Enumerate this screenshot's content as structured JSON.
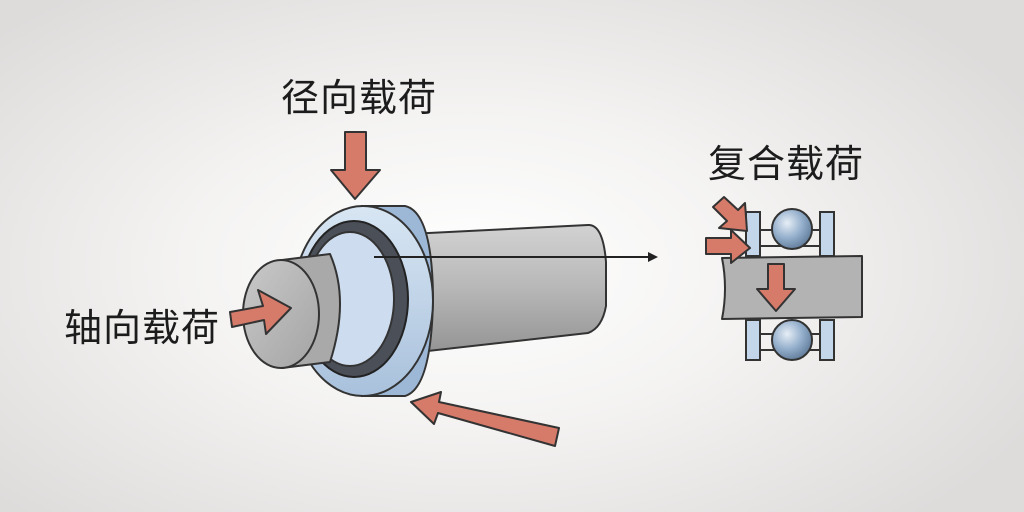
{
  "labels": {
    "radial_load": "径向载荷",
    "axial_load": "轴向载荷",
    "combined_load": "复合载荷"
  },
  "colors": {
    "load_arrow": "#d67a69",
    "bearing_ring": "#c3d6ea",
    "shaft": "#b3b3b3",
    "ball": "#8ea9c4",
    "outline": "#333333"
  }
}
